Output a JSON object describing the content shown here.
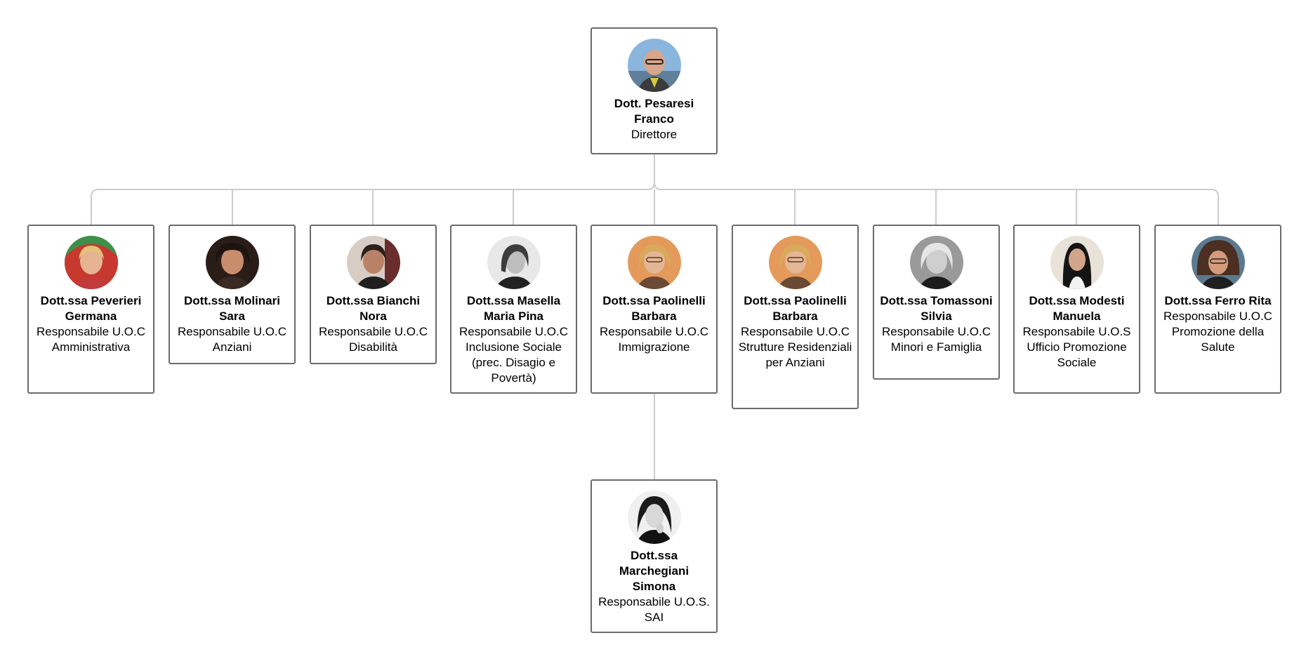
{
  "people": {
    "director": {
      "name": "Dott. Pesaresi Franco",
      "role": "Direttore"
    },
    "peverieri": {
      "name": "Dott.ssa Peverieri Germana",
      "role": "Responsabile U.O.C Amministrativa"
    },
    "molinari": {
      "name": "Dott.ssa Molinari Sara",
      "role": "Responsabile U.O.C Anziani"
    },
    "bianchi": {
      "name": "Dott.ssa Bianchi Nora",
      "role": "Responsabile U.O.C Disabilità"
    },
    "masella": {
      "name": "Dott.ssa Masella Maria Pina",
      "role": "Responsabile U.O.C Inclusione Sociale (prec. Disagio e Povertà)"
    },
    "paolinelli1": {
      "name": "Dott.ssa Paolinelli Barbara",
      "role": "Responsabile U.O.C Immigrazione"
    },
    "paolinelli2": {
      "name": "Dott.ssa Paolinelli Barbara",
      "role": "Responsabile U.O.C Strutture Residenziali per Anziani"
    },
    "tomassoni": {
      "name": "Dott.ssa Tomassoni Silvia",
      "role": "Responsabile U.O.C Minori e Famiglia"
    },
    "modesti": {
      "name": "Dott.ssa Modesti Manuela",
      "role": "Responsabile U.O.S Ufficio Promozione Sociale"
    },
    "ferro": {
      "name": "Dott.ssa Ferro Rita",
      "role": "Responsabile U.O.C Promozione della Salute"
    },
    "marchegiani": {
      "name": "Dott.ssa Marchegiani Simona",
      "role": "Responsabile U.O.S. SAI"
    }
  },
  "colors": {
    "card_border": "#6b6b6b",
    "connector": "#cccccc"
  }
}
